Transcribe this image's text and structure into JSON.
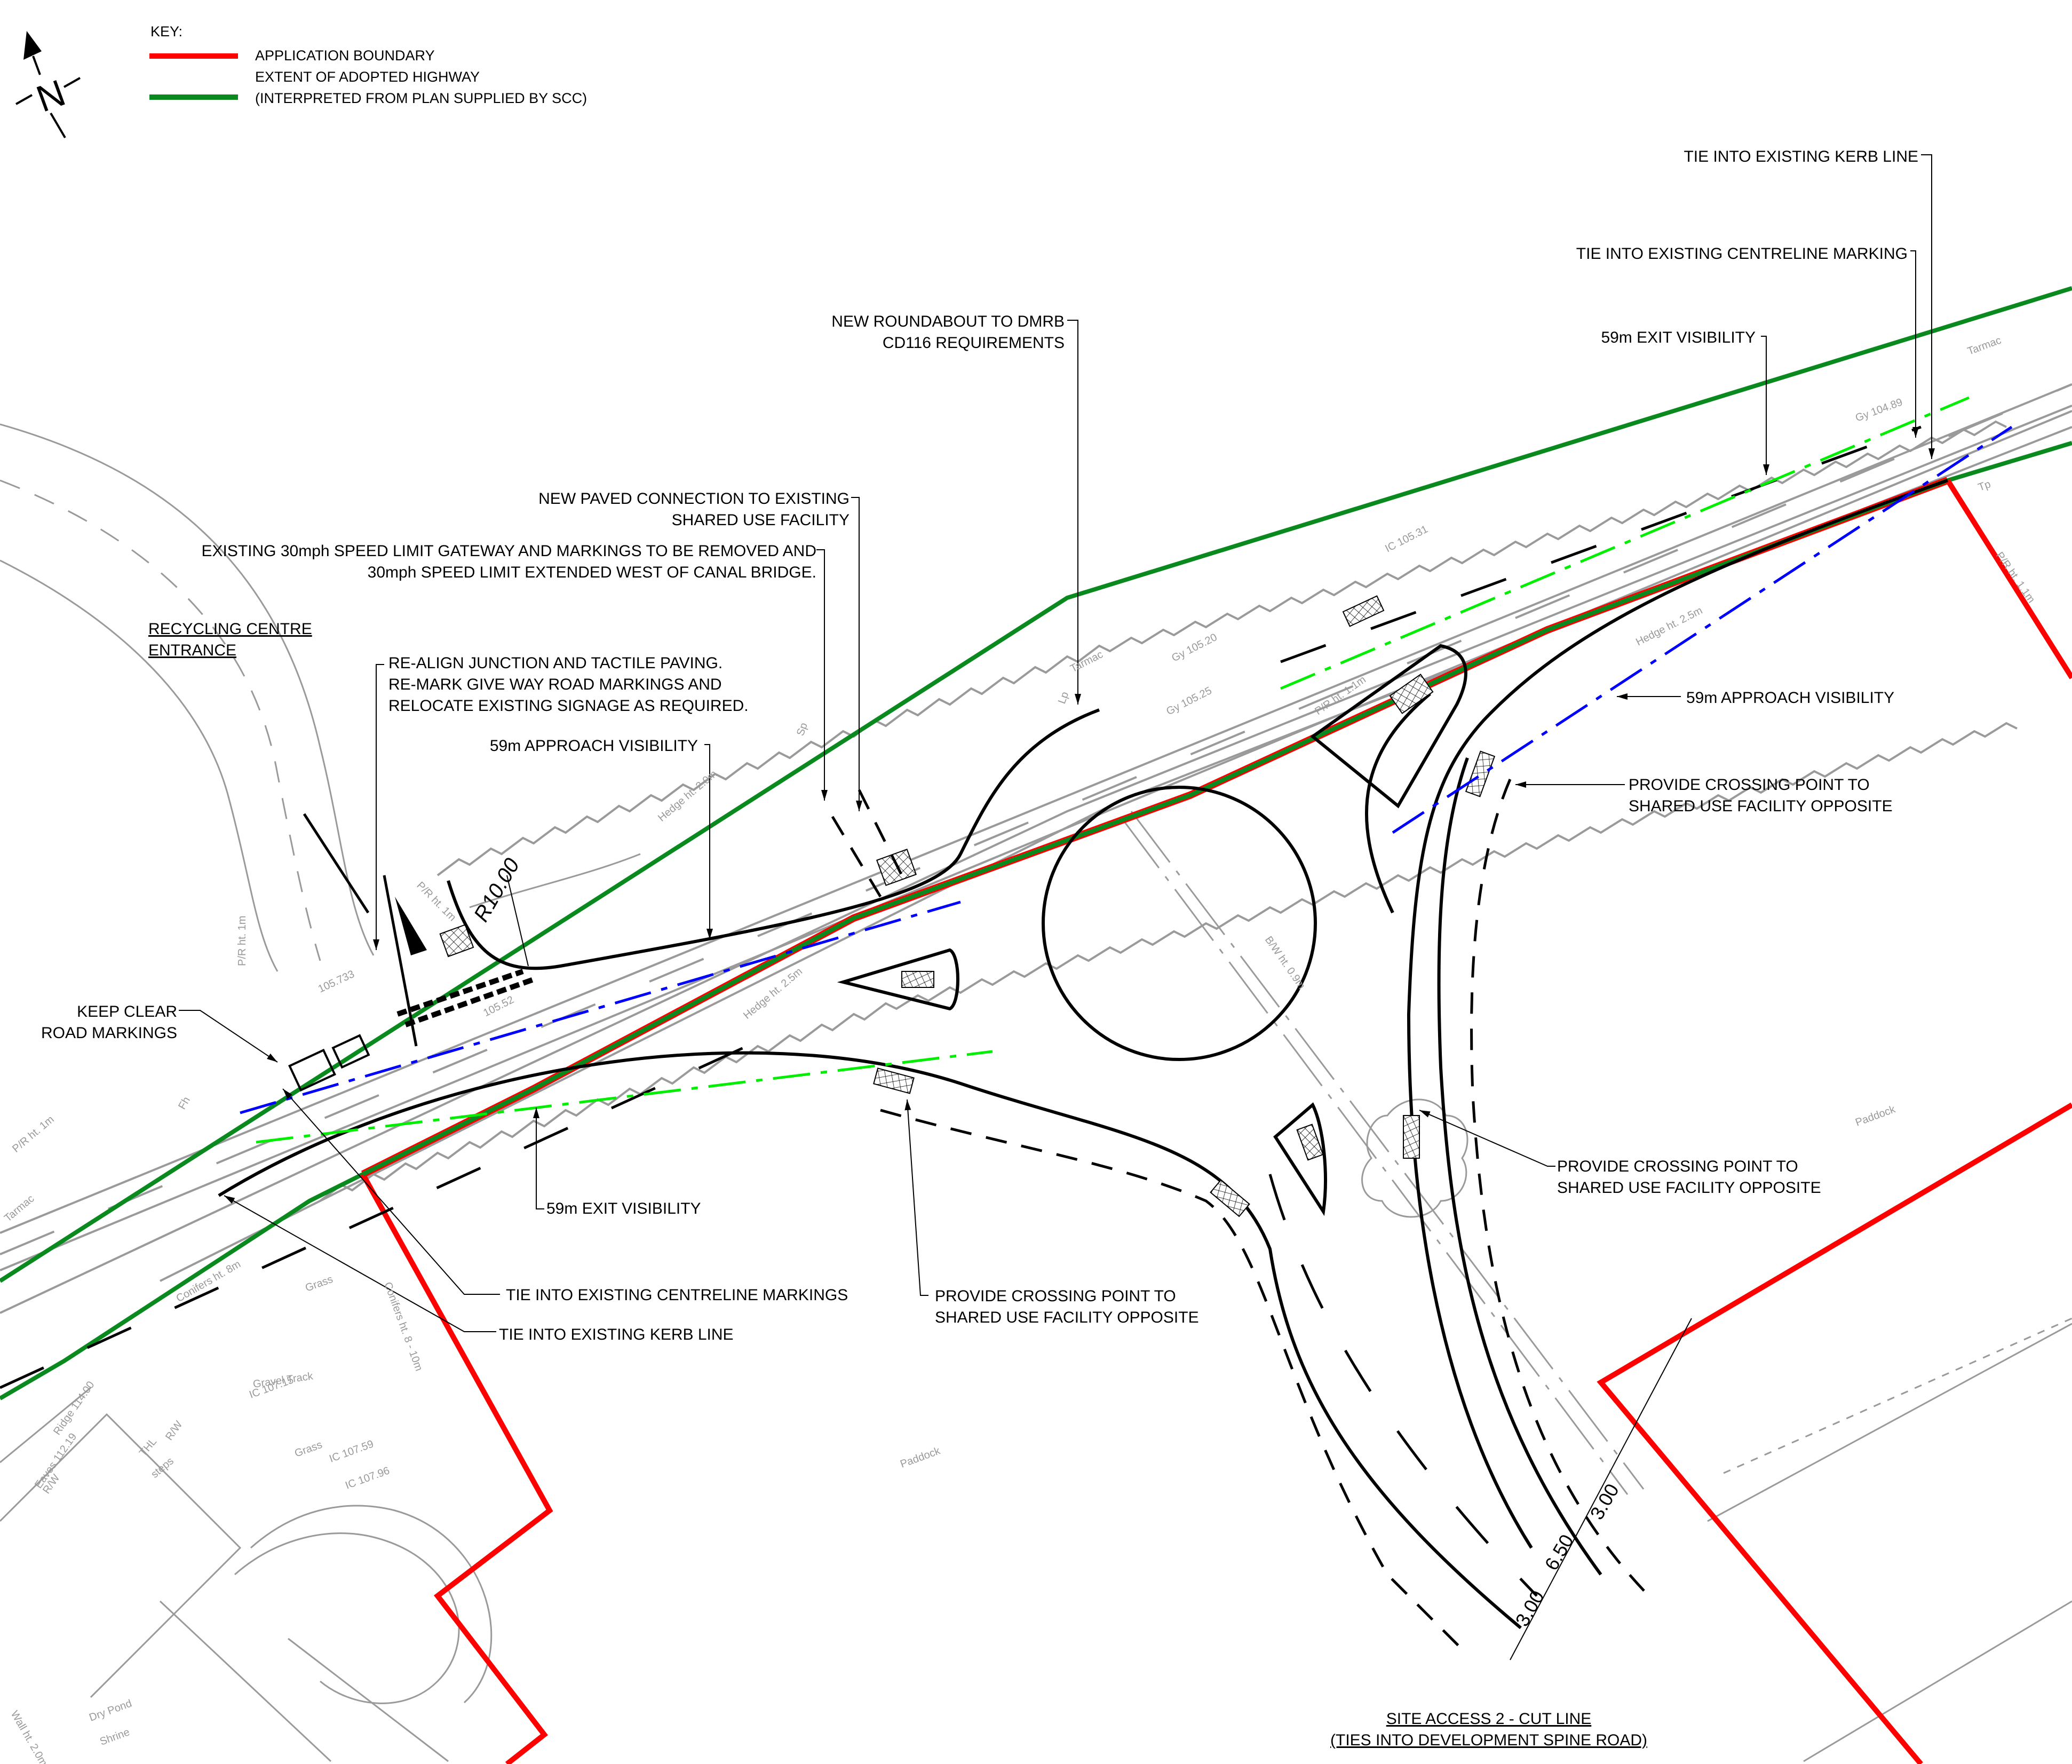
{
  "key": {
    "title": "KEY:",
    "items": [
      {
        "label": "APPLICATION BOUNDARY",
        "color": "#ff0000"
      },
      {
        "label": "EXTENT OF ADOPTED HIGHWAY",
        "color": "#0a8a1e"
      },
      {
        "label": "(INTERPRETED FROM PLAN SUPPLIED BY SCC)",
        "color": "#0a8a1e"
      }
    ]
  },
  "north_arrow": {
    "label": "N"
  },
  "annotations": {
    "tie_kerb_top": "TIE INTO EXISTING KERB LINE",
    "tie_centreline_top": "TIE INTO EXISTING CENTRELINE MARKING",
    "exit_vis_top": "59m EXIT VISIBILITY",
    "roundabout_1": "NEW ROUNDABOUT TO DMRB",
    "roundabout_2": "CD116 REQUIREMENTS",
    "paved_1": "NEW PAVED CONNECTION TO EXISTING",
    "paved_2": "SHARED USE FACILITY",
    "speed_1": "EXISTING 30mph SPEED LIMIT GATEWAY AND MARKINGS TO BE REMOVED AND",
    "speed_2": "30mph SPEED LIMIT EXTENDED WEST OF CANAL BRIDGE.",
    "recycling_1": "RECYCLING CENTRE",
    "recycling_2": "ENTRANCE",
    "realign_1": "RE-ALIGN JUNCTION AND TACTILE PAVING.",
    "realign_2": "RE-MARK GIVE WAY ROAD MARKINGS AND",
    "realign_3": "RELOCATE EXISTING SIGNAGE AS REQUIRED.",
    "approach_vis_left": "59m APPROACH VISIBILITY",
    "approach_vis_right": "59m APPROACH VISIBILITY",
    "crossing_ne_1": "PROVIDE CROSSING POINT TO",
    "crossing_ne_2": "SHARED USE FACILITY OPPOSITE",
    "keep_clear_1": "KEEP CLEAR",
    "keep_clear_2": "ROAD MARKINGS",
    "crossing_e_1": "PROVIDE CROSSING POINT TO",
    "crossing_e_2": "SHARED USE FACILITY OPPOSITE",
    "exit_vis_bottom": "59m EXIT VISIBILITY",
    "tie_centreline_bottom": "TIE INTO EXISTING CENTRELINE MARKINGS",
    "tie_kerb_bottom": "TIE INTO EXISTING KERB LINE",
    "crossing_s_1": "PROVIDE CROSSING POINT TO",
    "crossing_s_2": "SHARED USE FACILITY OPPOSITE",
    "site_access_1": "SITE ACCESS 2 - CUT LINE",
    "site_access_2": "(TIES INTO DEVELOPMENT SPINE ROAD)"
  },
  "dimensions": {
    "radius": "R10.00",
    "footway_1": "3.00",
    "carriageway": "6.50",
    "footway_2": "3.00"
  },
  "survey_labels": {
    "tarmac_1": "Tarmac",
    "tarmac_2": "Tarmac",
    "tarmac_3": "Tarmac",
    "ic_105_31": "IC 105.31",
    "gy_105_20": "Gy 105.20",
    "gy_105_25": "Gy 105.25",
    "gy_104_89": "Gy 104.89",
    "lvl_105_733": "105.733",
    "lvl_105_52": "105.52",
    "hedge_2m": "Hedge ht. 2.0m",
    "hedge_2_5m_a": "Hedge ht. 2.5m",
    "hedge_2_5m_b": "Hedge ht. 2.5m",
    "pr_1m_a": "P/R ht. 1m",
    "pr_1m_b": "P/R ht. 1m",
    "pr_1m_c": "P/R ht. 1m",
    "pr_1_1m_a": "P/R ht. 1.1m",
    "pr_1_1m_b": "P/R ht. 1.1m",
    "bw": "B/W ht. 0.9m",
    "paddock_1": "Paddock",
    "paddock_2": "Paddock",
    "grass_1": "Grass",
    "grass_2": "Grass",
    "gravel": "Gravel Track",
    "conifers_8": "Conifers ht. 8m",
    "conifers_8_10": "Conifers ht. 8 - 10m",
    "ridge": "Ridge 114.00",
    "eaves": "Eaves 112.19",
    "ic_107_59": "IC 107.59",
    "ic_107_96": "IC 107.96",
    "ic_107_15": "IC 107.15",
    "rw_1": "R/W",
    "rw_2": "R/W",
    "steps": "steps",
    "thl": "THL",
    "dry_pond": "Dry Pond",
    "shrine": "Shrine",
    "wall": "Wall ht. 2.0m",
    "lp": "Lp",
    "sp": "Sp",
    "tp": "Tp",
    "fh": "Fh"
  },
  "colors": {
    "boundary": "#ff0000",
    "highway": "#0a8a1e",
    "approach_visibility": "#0000ff",
    "exit_visibility": "#00ee00",
    "survey": "#9a9a9a",
    "design": "#000000"
  }
}
